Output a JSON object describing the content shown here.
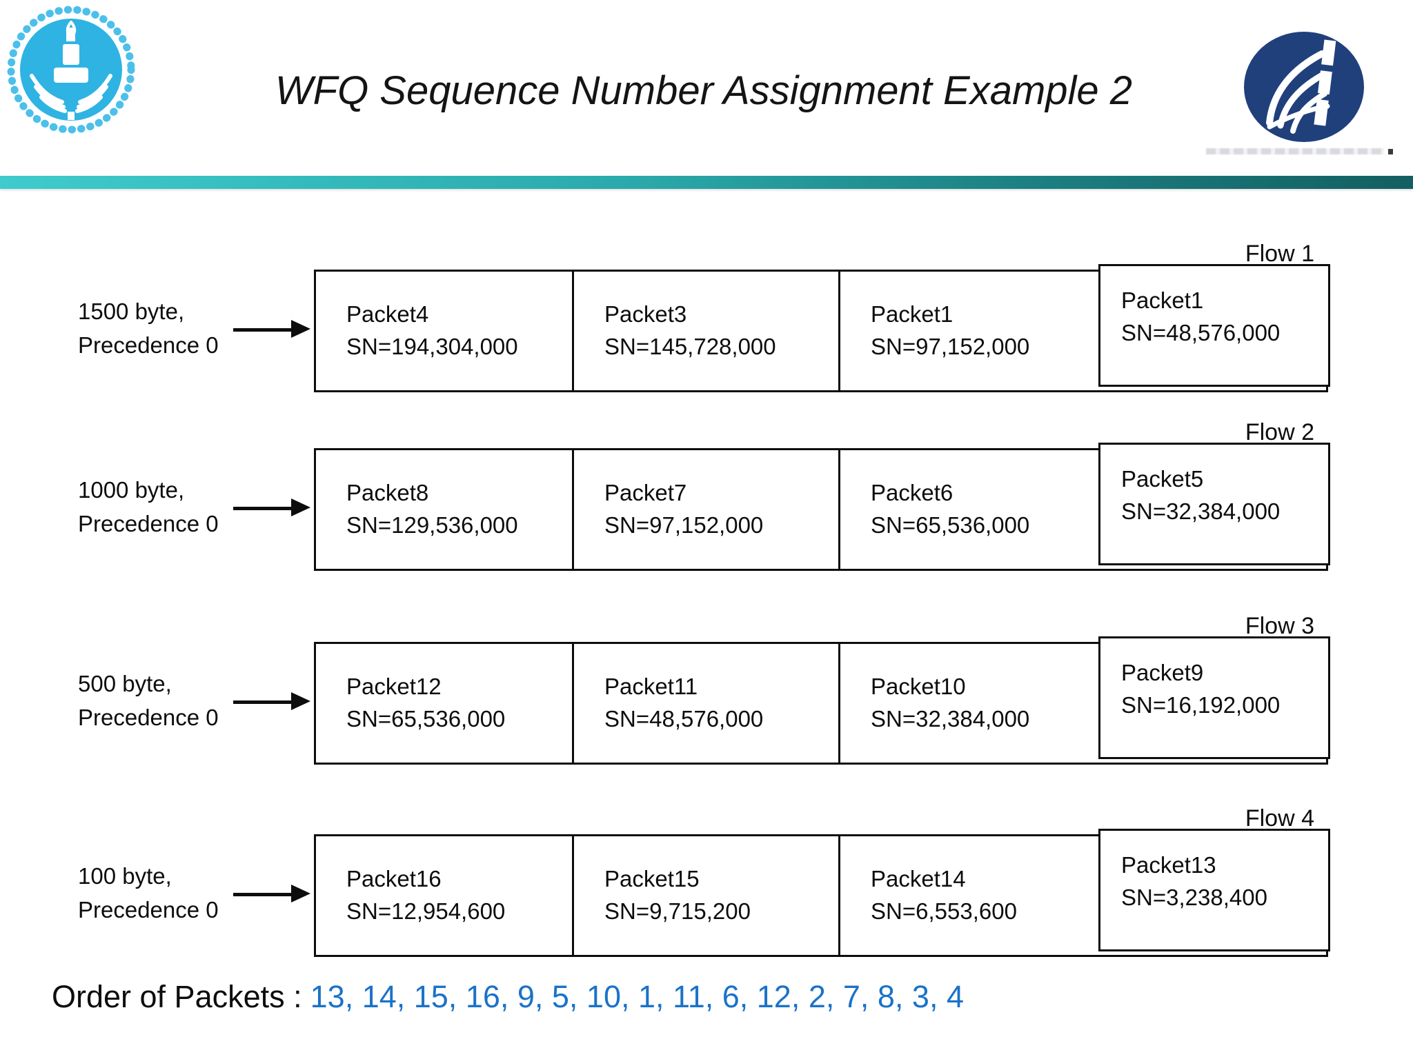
{
  "header": {
    "title": "WFQ Sequence Number Assignment Example 2"
  },
  "flows": [
    {
      "label": "Flow 1",
      "source_line1": "1500 byte,",
      "source_line2": "Precedence 0",
      "packets": [
        {
          "name": "Packet4",
          "sn": "SN=194,304,000"
        },
        {
          "name": "Packet3",
          "sn": "SN=145,728,000"
        },
        {
          "name": "Packet1",
          "sn": "SN=97,152,000"
        },
        {
          "name": "Packet1",
          "sn": "SN=48,576,000"
        }
      ]
    },
    {
      "label": "Flow 2",
      "source_line1": "1000 byte,",
      "source_line2": "Precedence 0",
      "packets": [
        {
          "name": "Packet8",
          "sn": "SN=129,536,000"
        },
        {
          "name": "Packet7",
          "sn": "SN=97,152,000"
        },
        {
          "name": "Packet6",
          "sn": "SN=65,536,000"
        },
        {
          "name": "Packet5",
          "sn": "SN=32,384,000"
        }
      ]
    },
    {
      "label": "Flow 3",
      "source_line1": "500 byte,",
      "source_line2": "Precedence 0",
      "packets": [
        {
          "name": "Packet12",
          "sn": "SN=65,536,000"
        },
        {
          "name": "Packet11",
          "sn": "SN=48,576,000"
        },
        {
          "name": "Packet10",
          "sn": "SN=32,384,000"
        },
        {
          "name": "Packet9",
          "sn": "SN=16,192,000"
        }
      ]
    },
    {
      "label": "Flow 4",
      "source_line1": "100 byte,",
      "source_line2": "Precedence 0",
      "packets": [
        {
          "name": "Packet16",
          "sn": "SN=12,954,600"
        },
        {
          "name": "Packet15",
          "sn": "SN=9,715,200"
        },
        {
          "name": "Packet14",
          "sn": "SN=6,553,600"
        },
        {
          "name": "Packet13",
          "sn": "SN=3,238,400"
        }
      ]
    }
  ],
  "footer": {
    "label": "Order of Packets :",
    "order": "13, 14, 15, 16, 9, 5, 10, 1, 11, 6, 12, 2, 7, 8, 3, 4"
  },
  "colors": {
    "accent_bar_start": "#3fcbcd",
    "accent_bar_end": "#135f61",
    "order_number_blue": "#1a72c8",
    "university_logo_blue": "#2fb3e3",
    "organization_logo_navy": "#20407c",
    "box_border": "#0d0d0d"
  }
}
